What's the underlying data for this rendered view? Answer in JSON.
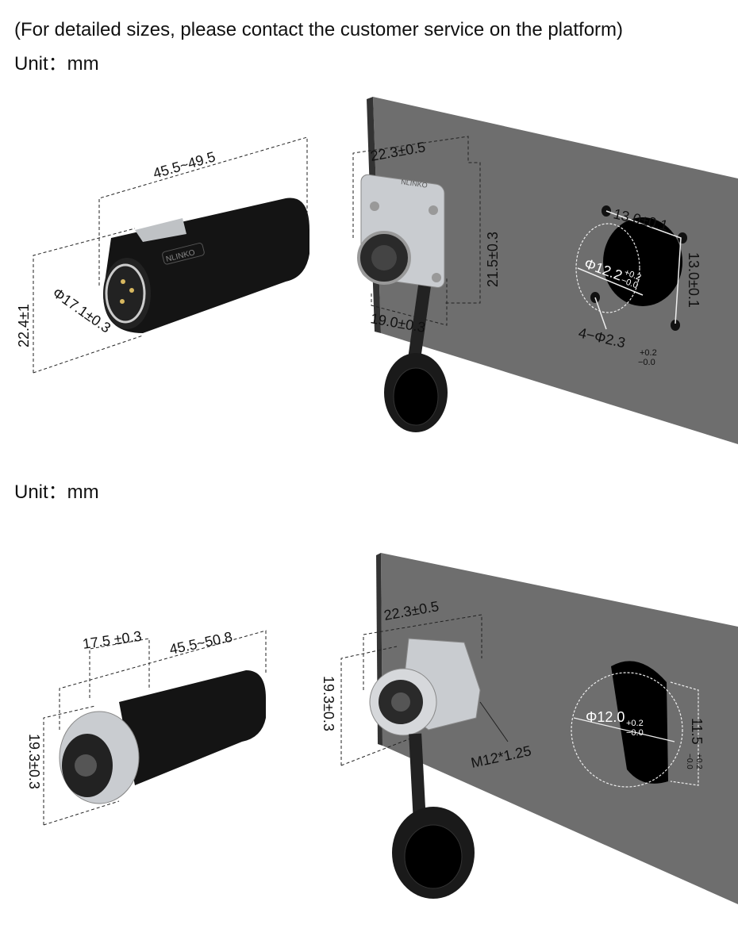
{
  "header": {
    "note": "(For detailed sizes, please contact the customer service on the platform)",
    "unit_top": "Unit：mm",
    "unit_bottom": "Unit：mm"
  },
  "top": {
    "plug": {
      "length": "45.5~49.5",
      "height": "22.4±1",
      "diameter": "Φ17.1±0.3",
      "brand": "NLINKO"
    },
    "socket": {
      "width": "22.3±0.5",
      "height": "21.5±0.3",
      "depth": "19.0±0.3",
      "brand": "NLINKO"
    },
    "panel": {
      "hole_spacing_h": "13.0±0.1",
      "hole_spacing_v": "13.0±0.1",
      "cutout": "Φ12.2",
      "cutout_tol_plus": "+0.2",
      "cutout_tol_minus": "−0.0",
      "mount_holes": "4−Φ2.3",
      "mount_tol_plus": "+0.2",
      "mount_tol_minus": "−0.0"
    }
  },
  "bottom": {
    "plug": {
      "front": "17.5 ±0.3",
      "length": "45.5~50.8",
      "height": "19.3±0.3"
    },
    "socket": {
      "width": "22.3±0.5",
      "height": "19.3±0.3",
      "thread": "M12*1.25"
    },
    "panel": {
      "cutout": "Φ12.0",
      "cutout_tol_plus": "+0.2",
      "cutout_tol_minus": "−0.0",
      "flat": "11.5",
      "flat_tol_plus": "+0.2",
      "flat_tol_minus": "−0.0"
    }
  }
}
